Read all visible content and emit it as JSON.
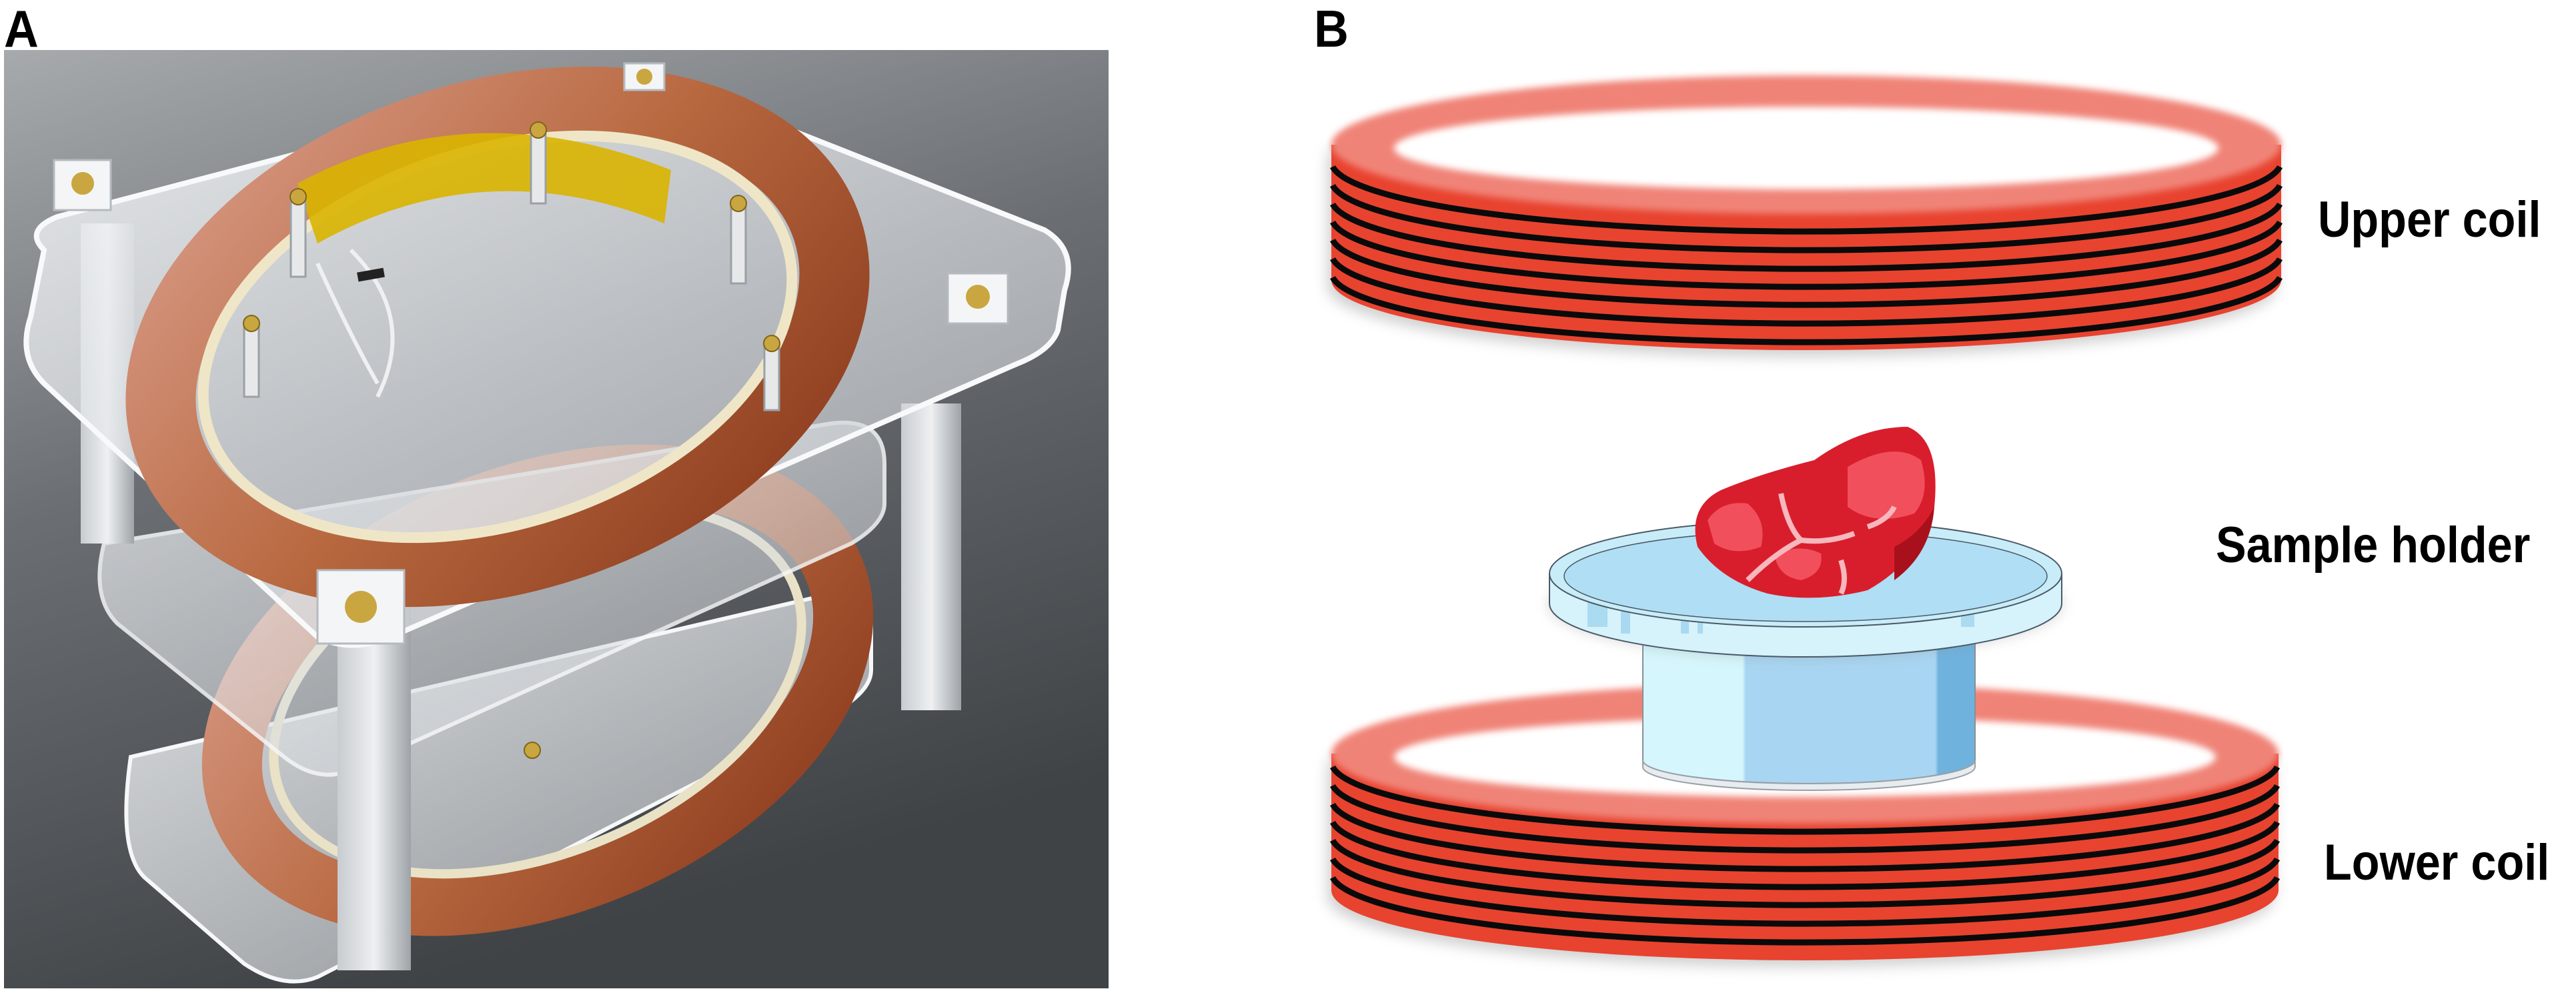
{
  "figure": {
    "panels": [
      {
        "id": "A",
        "label": "A",
        "content": "photograph of Helmholtz coil apparatus in acrylic frame"
      },
      {
        "id": "B",
        "label": "B",
        "content": "schematic of coil arrangement with sample holder"
      }
    ]
  },
  "panel_b": {
    "labels": {
      "upper_coil": "Upper coil",
      "sample_holder": "Sample holder",
      "lower_coil": "Lower coil"
    },
    "coil_turns_visible": 7
  },
  "colors": {
    "coil_body": "#e8432f",
    "coil_top": "#f08377",
    "coil_winding": "#0a0a0a",
    "holder_glass": "#cdeefa",
    "holder_liquid": "#a8d5f2",
    "holder_shade": "#6fb2de",
    "meat": "#d81e2c",
    "meat_light": "#f24f5c",
    "meat_fat": "#f6b7bd",
    "photo_bg_top": "#a7aaac",
    "photo_bg_bottom": "#3f4346",
    "copper": "#b8683f",
    "kapton": "#d9b400",
    "acrylic": "#e8ecef"
  }
}
